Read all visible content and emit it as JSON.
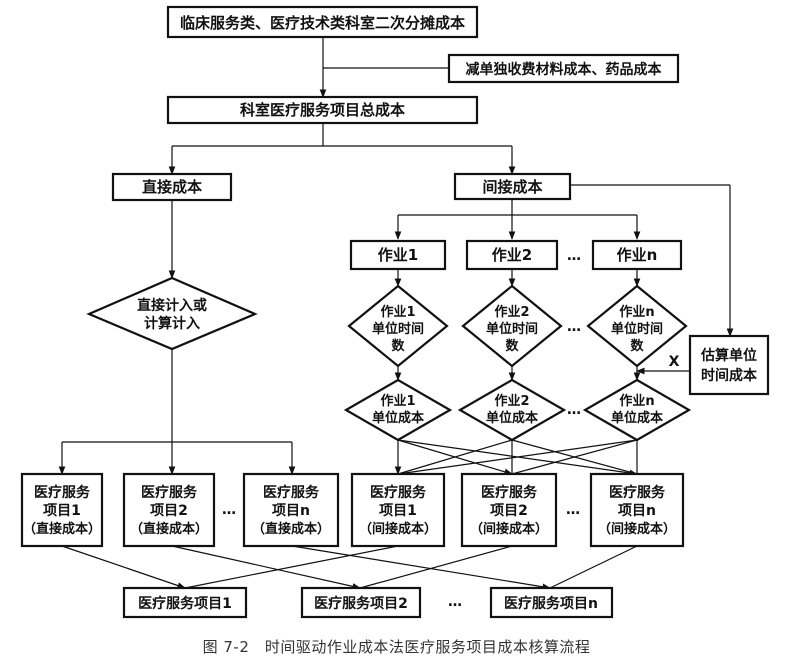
{
  "diagram": {
    "top_box": "临床服务类、医疗技术类科室二次分摊成本",
    "subtract_box": "减单独收费材料成本、药品成本",
    "total_box": "科室医疗服务项目总成本",
    "direct_box": "直接成本",
    "indirect_box": "间接成本",
    "direct_decision": [
      "直接计入或",
      "计算计入"
    ],
    "activities": [
      "作业1",
      "作业2",
      "作业n"
    ],
    "unit_time": [
      [
        "作业1",
        "单位时间",
        "数"
      ],
      [
        "作业2",
        "单位时间",
        "数"
      ],
      [
        "作业n",
        "单位时间",
        "数"
      ]
    ],
    "unit_cost": [
      [
        "作业1",
        "单位成本"
      ],
      [
        "作业2",
        "单位成本"
      ],
      [
        "作业n",
        "单位成本"
      ]
    ],
    "estimate_box": [
      "估算单位",
      "时间成本"
    ],
    "multiply": "X",
    "direct_items": [
      [
        "医疗服务",
        "项目1",
        "（直接成本）"
      ],
      [
        "医疗服务",
        "项目2",
        "（直接成本）"
      ],
      [
        "医疗服务",
        "项目n",
        "（直接成本）"
      ]
    ],
    "indirect_items": [
      [
        "医疗服务",
        "项目1",
        "（间接成本）"
      ],
      [
        "医疗服务",
        "项目2",
        "（间接成本）"
      ],
      [
        "医疗服务",
        "项目n",
        "（间接成本）"
      ]
    ],
    "final_items": [
      "医疗服务项目1",
      "医疗服务项目2",
      "医疗服务项目n"
    ],
    "ellipsis": "…"
  },
  "caption": "图 7-2　时间驱动作业成本法医疗服务项目成本核算流程"
}
